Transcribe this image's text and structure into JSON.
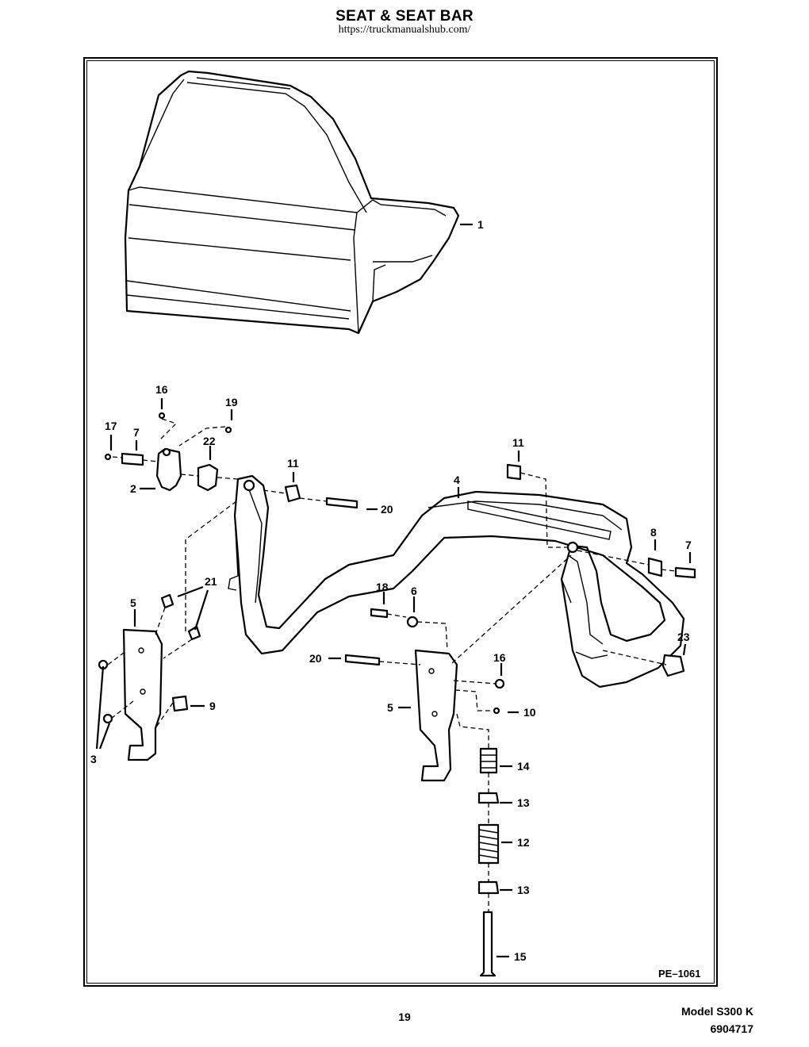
{
  "header": {
    "title": "SEAT & SEAT BAR",
    "url": "https://truckmanualshub.com/"
  },
  "diagram": {
    "code": "PE–1061",
    "callouts": [
      {
        "id": "c1",
        "text": "1"
      },
      {
        "id": "c16a",
        "text": "16"
      },
      {
        "id": "c19",
        "text": "19"
      },
      {
        "id": "c17",
        "text": "17"
      },
      {
        "id": "c7a",
        "text": "7"
      },
      {
        "id": "c22",
        "text": "22"
      },
      {
        "id": "c2",
        "text": "2"
      },
      {
        "id": "c11a",
        "text": "11"
      },
      {
        "id": "c20a",
        "text": "20"
      },
      {
        "id": "c11b",
        "text": "11"
      },
      {
        "id": "c4",
        "text": "4"
      },
      {
        "id": "c8",
        "text": "8"
      },
      {
        "id": "c7b",
        "text": "7"
      },
      {
        "id": "c21",
        "text": "21"
      },
      {
        "id": "c5a",
        "text": "5"
      },
      {
        "id": "c18",
        "text": "18"
      },
      {
        "id": "c6",
        "text": "6"
      },
      {
        "id": "c23",
        "text": "23"
      },
      {
        "id": "c20b",
        "text": "20"
      },
      {
        "id": "c16b",
        "text": "16"
      },
      {
        "id": "c9",
        "text": "9"
      },
      {
        "id": "c5b",
        "text": "5"
      },
      {
        "id": "c10",
        "text": "10"
      },
      {
        "id": "c3",
        "text": "3"
      },
      {
        "id": "c14",
        "text": "14"
      },
      {
        "id": "c13a",
        "text": "13"
      },
      {
        "id": "c12",
        "text": "12"
      },
      {
        "id": "c13b",
        "text": "13"
      },
      {
        "id": "c15",
        "text": "15"
      }
    ]
  },
  "footer": {
    "page_number": "19",
    "model": "Model S300 K",
    "serial": "6904717"
  }
}
